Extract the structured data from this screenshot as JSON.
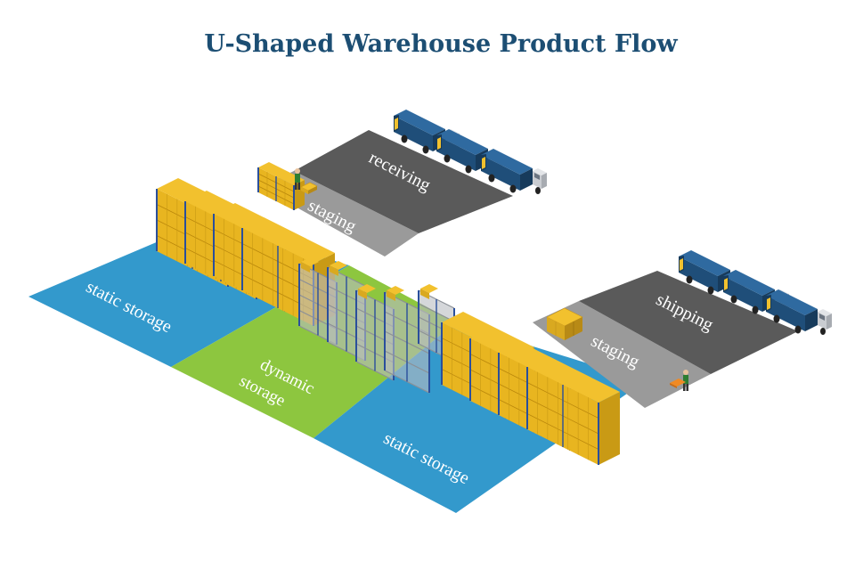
{
  "title": "U-Shaped Warehouse Product Flow",
  "zones": {
    "receiving": "receiving",
    "staging_top": "staging",
    "static_left": "static storage",
    "dynamic_line1": "dynamic",
    "dynamic_line2": "storage",
    "static_bottom": "static storage",
    "staging_right": "staging",
    "shipping": "shipping"
  },
  "colors": {
    "title": "#1c4e73",
    "static_storage": "#3399cc",
    "dynamic_storage": "#8dc63f",
    "staging": "#9a9a9a",
    "dock": "#5a5a5a",
    "rack_frame": "#2a4f9c",
    "pallet": "#f2c12e",
    "truck_body": "#1f4e79",
    "truck_cab": "#c9ccd1"
  },
  "icons": {
    "truck": "delivery-truck-icon",
    "rack": "pallet-rack-icon",
    "worker": "worker-icon",
    "forklift": "pallet-jack-icon"
  }
}
